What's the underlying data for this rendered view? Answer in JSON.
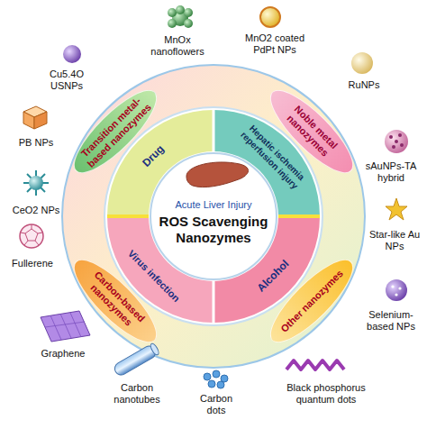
{
  "diagram": {
    "nodes": [
      {
        "text": [
          "Transition metal-based nanozymes"
        ]
      },
      {
        "text": [
          "Noble metal nanozymes"
        ]
      },
      {
        "text": [
          "Drug"
        ]
      },
      {
        "text": [
          "Hepatic ischemia reperfusion injury"
        ]
      },
      {
        "text": [
          "Acute Liver Injury",
          "ROS Scavenging Nanozymes"
        ]
      },
      {
        "text": [
          "Virus infection"
        ]
      },
      {
        "text": [
          "Alcohol"
        ]
      },
      {
        "text": [
          "Carbon-based nanozymes"
        ]
      },
      {
        "text": [
          "Other nanozymes"
        ]
      }
    ],
    "labels": [
      "MnOx nanoflowers",
      "MnO2 coated PdPt NPs",
      "RuNPs",
      "sAuNPs-TA hybrid",
      "Star-like Au NPs",
      "Selenium-based NPs",
      "Black phosphorus quantum dots",
      "Carbon dots",
      "Carbon nanotubes",
      "Graphene",
      "Fullerene",
      "CeO2 NPs",
      "PB NPs",
      "Cu5.4O USNPs"
    ]
  }
}
